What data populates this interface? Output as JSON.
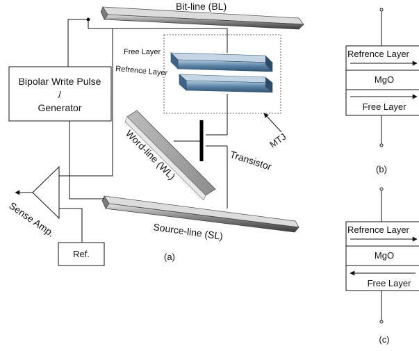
{
  "labels": {
    "bit_line": "Bit-line (BL)",
    "source_line": "Source-line (SL)",
    "word_line": "Word-line (WL)",
    "transistor": "Transistor",
    "mtj": "MTJ",
    "free_layer": "Free Layer",
    "reference_layer": "Refrence Layer",
    "sense_amp": "Sense Amp.",
    "ref": "Ref.",
    "generator_line1": "Bipolar Write Pulse",
    "generator_line2": "/",
    "generator_line3": "Generator",
    "caption_a": "(a)",
    "caption_b": "(b)",
    "caption_c": "(c)"
  },
  "panel_b": {
    "reference_layer": "Refrence Layer",
    "barrier": "MgO",
    "free_layer": "Free Layer",
    "reference_arrow": "right",
    "free_arrow": "right"
  },
  "panel_c": {
    "reference_layer": "Refrence Layer",
    "barrier": "MgO",
    "free_layer": "Free Layer",
    "reference_arrow": "right",
    "free_arrow": "left"
  },
  "colors": {
    "line_bar": "#505050",
    "line_bar_light": "#d8d8d8",
    "mtj_blue": "#4f7596",
    "mtj_blue_light": "#9fbad2",
    "word_line": "#9a9a9a"
  }
}
